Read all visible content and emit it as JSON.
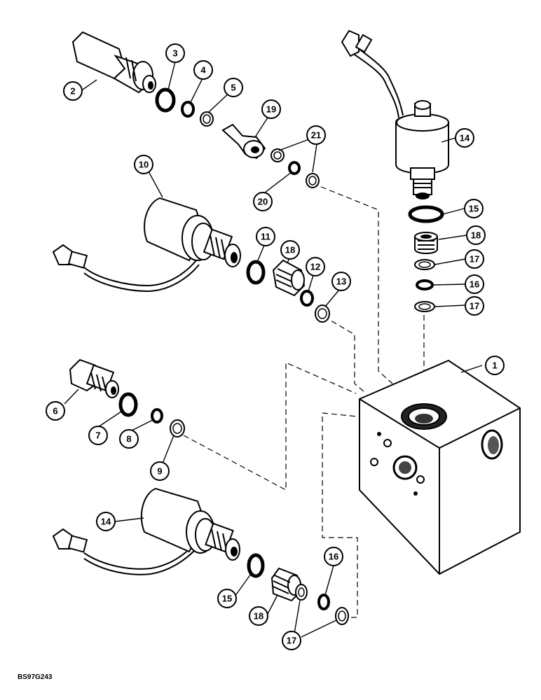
{
  "figure_code": "BS97G243",
  "callouts": {
    "c1": "1",
    "c2": "2",
    "c3": "3",
    "c4": "4",
    "c5": "5",
    "c6": "6",
    "c7": "7",
    "c8": "8",
    "c9": "9",
    "c10": "10",
    "c11": "11",
    "c12": "12",
    "c13": "13",
    "c14a": "14",
    "c14b": "14",
    "c15a": "15",
    "c15b": "15",
    "c16a": "16",
    "c16b": "16",
    "c17a": "17",
    "c17b": "17",
    "c17c": "17",
    "c18a": "18",
    "c18b": "18",
    "c18c": "18",
    "c19": "19",
    "c20": "20",
    "c21": "21"
  }
}
